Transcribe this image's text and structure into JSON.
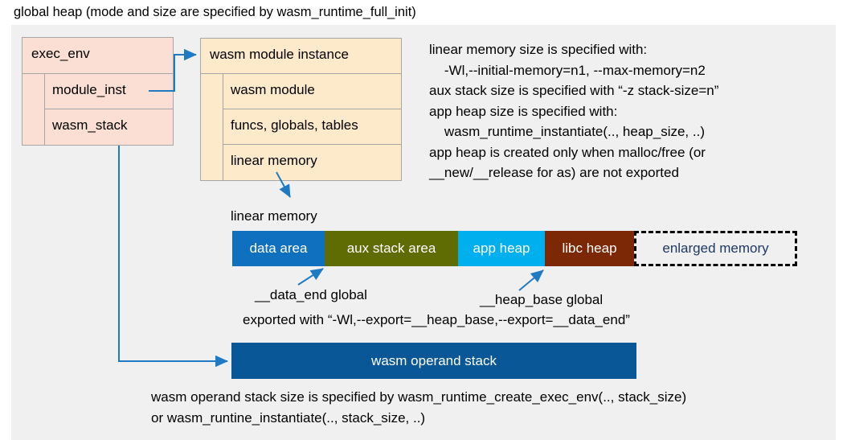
{
  "title": "global heap (mode and size are specified by wasm_runtime_full_init)",
  "exec_env": {
    "header": "exec_env",
    "rows": [
      {
        "label": "module_inst"
      },
      {
        "label": "wasm_stack"
      }
    ]
  },
  "module_instance": {
    "header": "wasm module instance",
    "rows": [
      {
        "label": "wasm module"
      },
      {
        "label": "funcs, globals, tables"
      },
      {
        "label": "linear memory"
      }
    ]
  },
  "notes": {
    "right_block": "linear memory size is specified with:\n    -Wl,--initial-memory=n1, --max-memory=n2\naux stack size is specified with “-z stack-size=n”\napp heap size is specified with:\n    wasm_runtime_instantiate(.., heap_size, ..)\napp heap is created only when malloc/free (or\n__new/__release for as) are not exported",
    "bottom_block": "wasm operand stack size is specified by wasm_runtime_create_exec_env(.., stack_size)\nor wasm_runtine_instantiate(.., stack_size, ..)"
  },
  "linear_memory": {
    "label": "linear memory",
    "segments": [
      {
        "label": "data area",
        "color": "#0f70c0"
      },
      {
        "label": "aux stack area",
        "color": "#5f6b03"
      },
      {
        "label": "app heap",
        "color": "#00b0ee"
      },
      {
        "label": "libc heap",
        "color": "#7c2706"
      },
      {
        "label": "enlarged memory",
        "color": "#f0f0f0"
      }
    ]
  },
  "pointer_captions": {
    "data_end": "__data_end global",
    "heap_base": "__heap_base global",
    "exported": "exported with “-Wl,--export=__heap_base,--export=__data_end”"
  },
  "operand_stack": {
    "label": "wasm operand stack",
    "color": "#095797"
  },
  "colors": {
    "canvas": "#f0f0f0",
    "exec_env_fill": "#fbdfd4",
    "module_instance_fill": "#fdeacb",
    "connector": "#1f7ac4",
    "enlarged_text": "#1f3864"
  }
}
